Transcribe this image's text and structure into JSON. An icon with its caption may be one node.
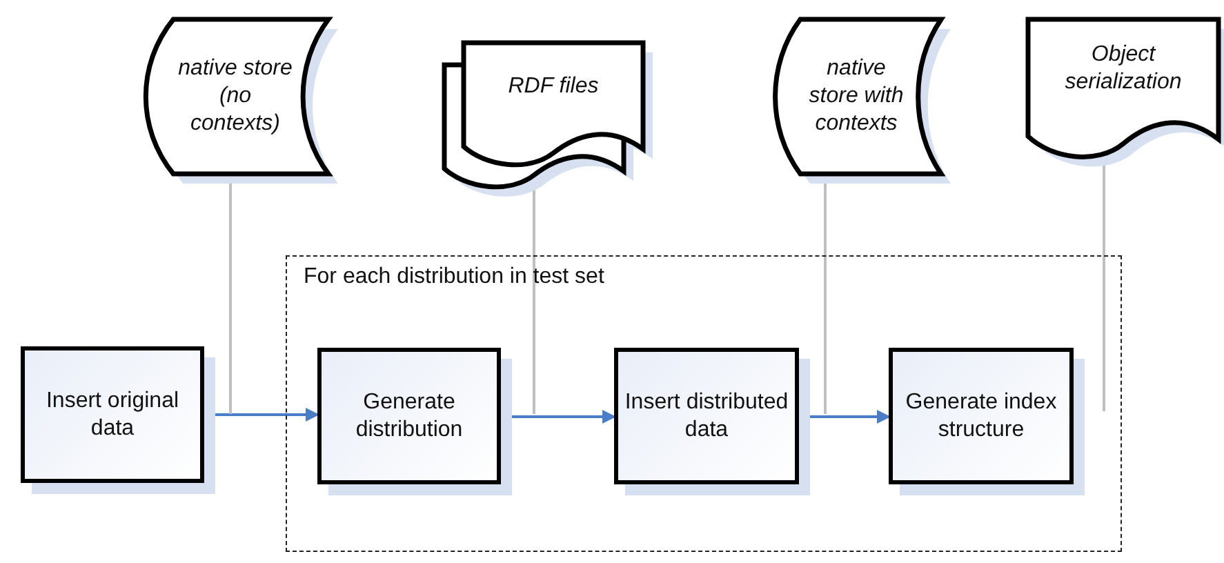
{
  "diagram": {
    "nodes": [
      {
        "text": [
          "native store (no contexts)"
        ]
      },
      {
        "text": [
          "RDF files"
        ]
      },
      {
        "text": [
          "native store with contexts"
        ]
      },
      {
        "text": [
          "Object serialization"
        ]
      },
      {
        "text": [
          "For each distribution in test set"
        ]
      },
      {
        "text": [
          "Insert original data"
        ]
      },
      {
        "text": [
          "Generate distribution"
        ],
        "in": 4
      },
      {
        "text": [
          "Insert distributed data"
        ],
        "in": 4
      },
      {
        "text": [
          "Generate index structure"
        ],
        "in": 4
      }
    ],
    "edges": [
      {
        "from": 5,
        "to": 6,
        "arrow": "to",
        "color": "#4a7cc7"
      },
      {
        "from": 6,
        "to": 7,
        "arrow": "to",
        "color": "#4a7cc7"
      },
      {
        "from": 7,
        "to": 8,
        "arrow": "to",
        "color": "#4a7cc7"
      },
      {
        "from": 0,
        "to": null,
        "arrow": "none",
        "color": "#bfbfbf"
      },
      {
        "from": 1,
        "to": null,
        "arrow": "none",
        "color": "#bfbfbf"
      },
      {
        "from": 2,
        "to": null,
        "arrow": "none",
        "color": "#bfbfbf"
      },
      {
        "from": 3,
        "to": null,
        "arrow": "none",
        "color": "#bfbfbf"
      }
    ]
  }
}
